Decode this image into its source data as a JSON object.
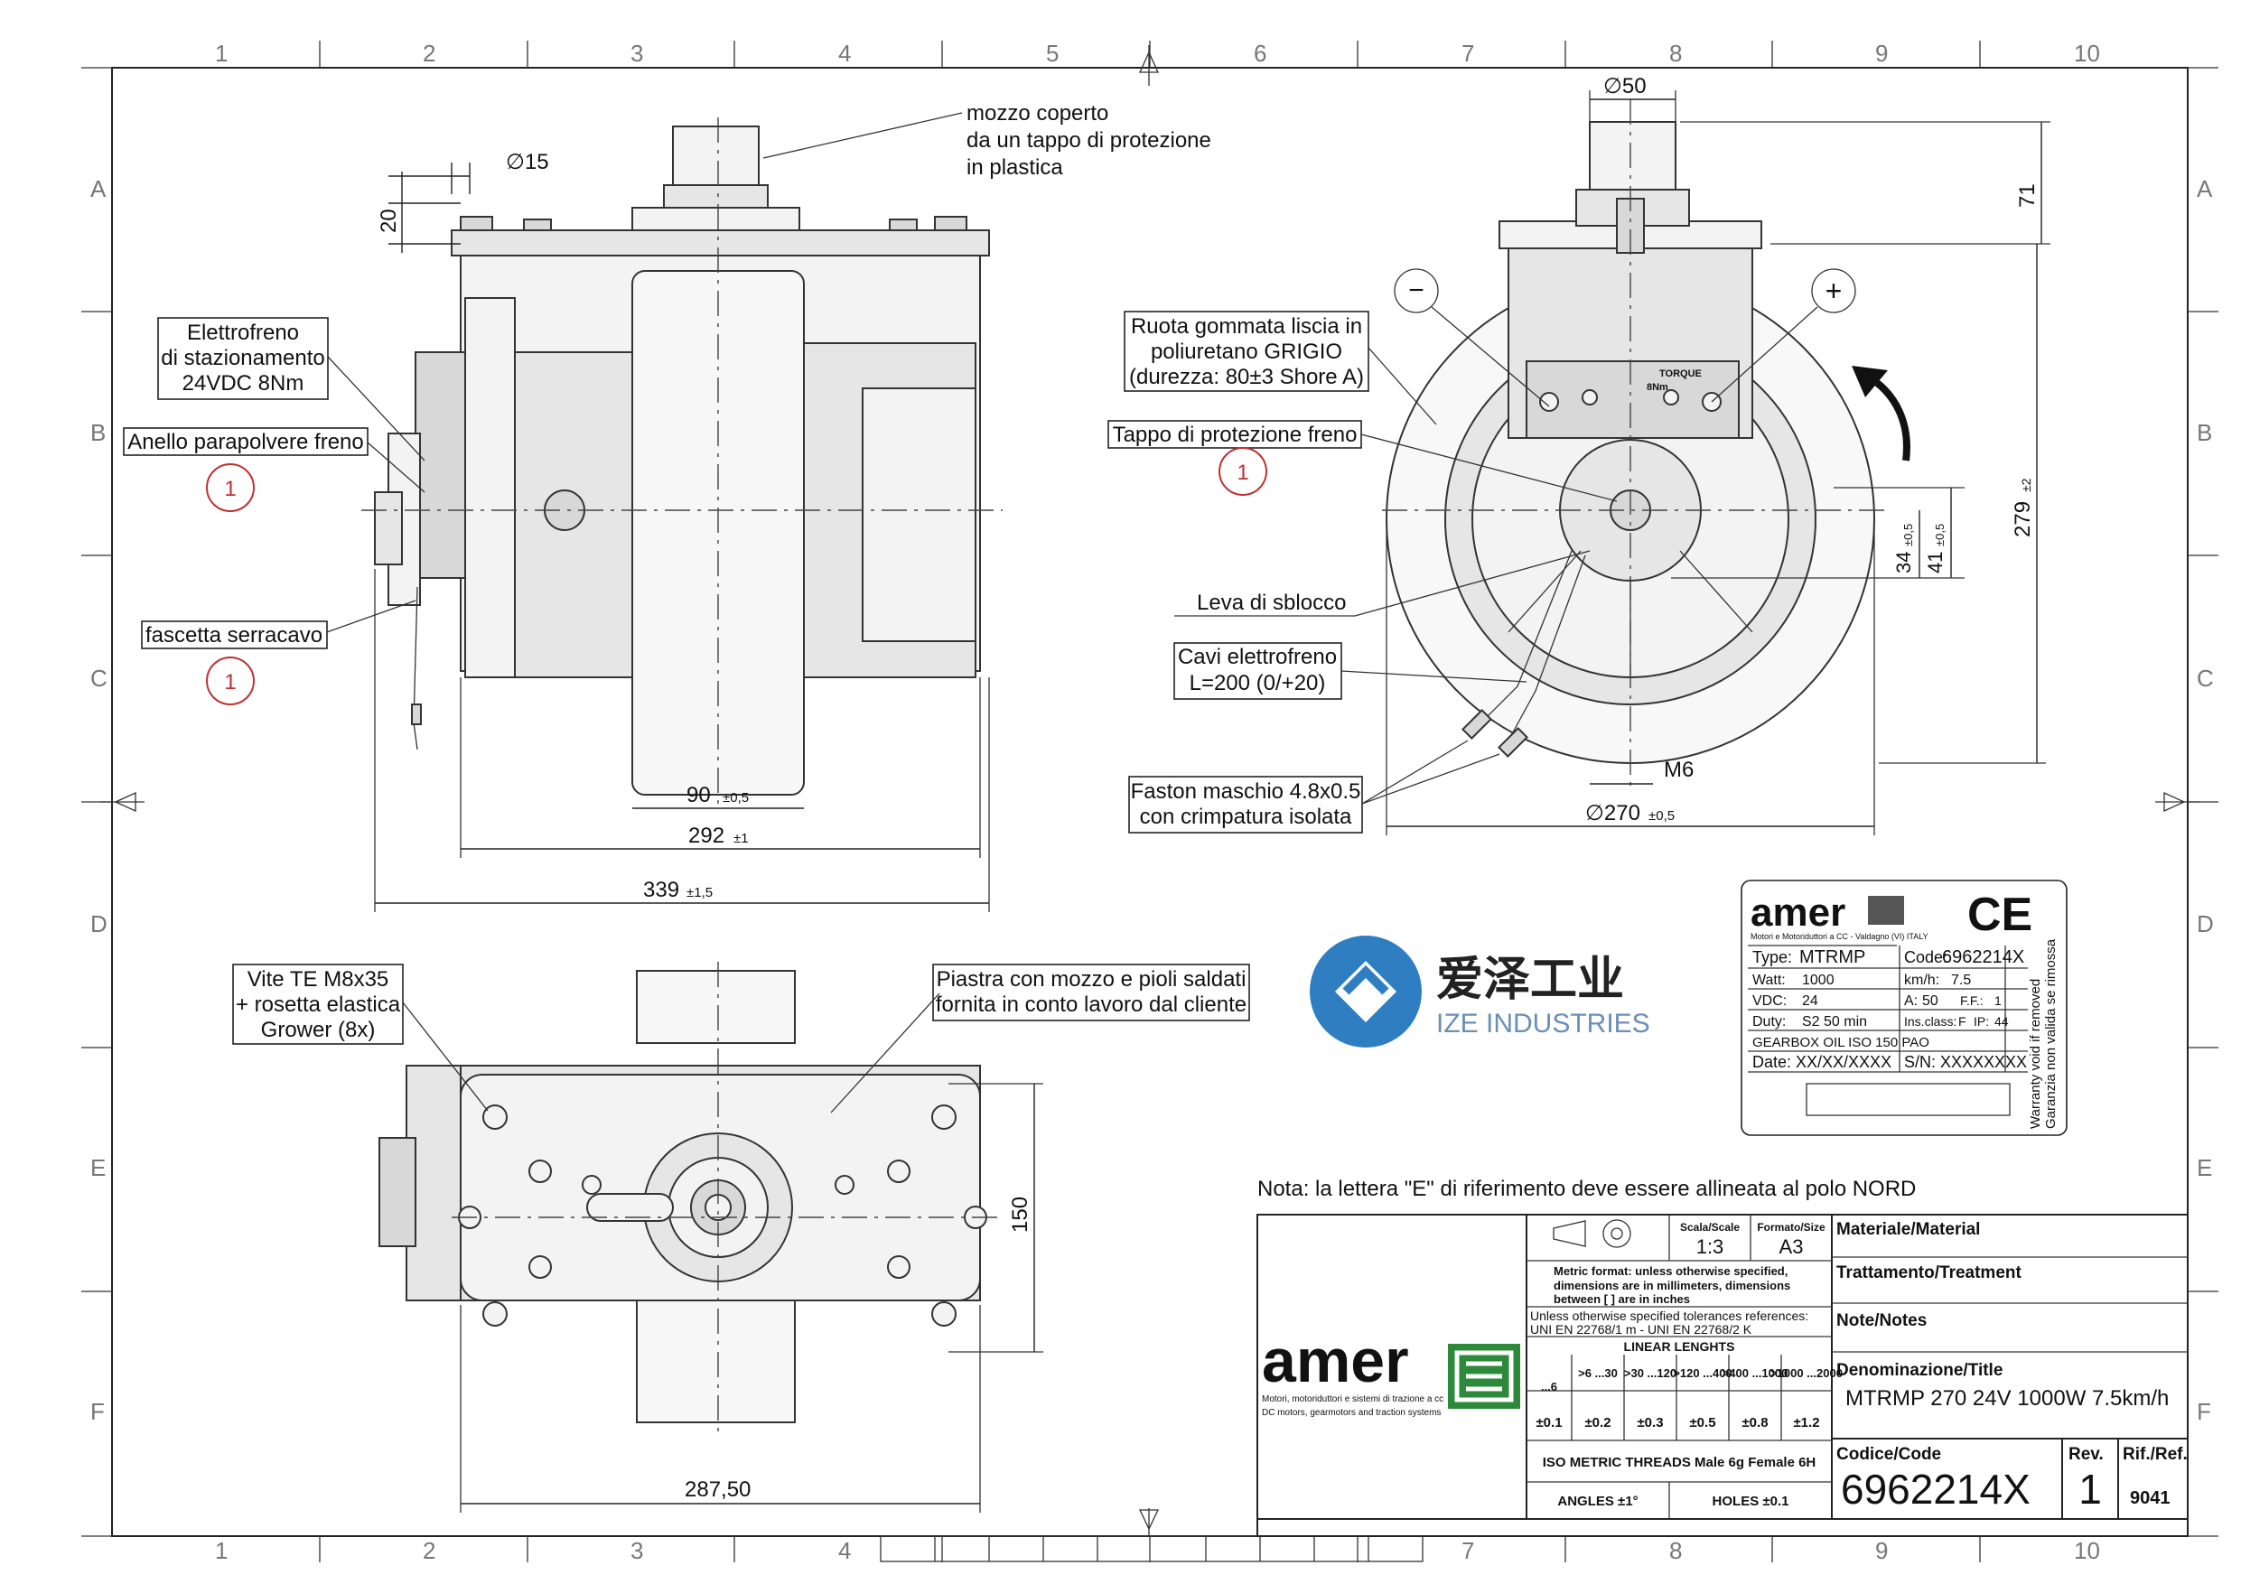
{
  "frame": {
    "columns": [
      "1",
      "2",
      "3",
      "4",
      "5",
      "6",
      "7",
      "8",
      "9",
      "10"
    ],
    "rows": [
      "A",
      "B",
      "C",
      "D",
      "E",
      "F"
    ]
  },
  "side_view": {
    "callout_hub": "mozzo coperto",
    "callout_hub_2": "da un tappo di protezione",
    "callout_hub_3": "in plastica",
    "dia_15": "∅15",
    "dim_20": "20",
    "brake_label_1": "Elettrofreno",
    "brake_label_2": "di stazionamento",
    "brake_label_3": "24VDC 8Nm",
    "ring_label": "Anello parapolvere freno",
    "tie_label": "fascetta serracavo",
    "badge_1": "1",
    "badge_2": "1",
    "dim_90": "90",
    "dim_90_tol": "±0,5",
    "dim_292": "292",
    "dim_292_tol": "±1",
    "dim_339": "339",
    "dim_339_tol": "±1,5"
  },
  "front_view": {
    "dia_50": "∅50",
    "dim_71": "71",
    "wheel_label_1": "Ruota gommata liscia in",
    "wheel_label_2": "poliuretano GRIGIO",
    "wheel_label_3": "(durezza: 80±3 Shore A)",
    "cap_label": "Tappo di protezione freno",
    "badge": "1",
    "lever_label": "Leva di sblocco",
    "cable_label_1": "Cavi elettrofreno",
    "cable_label_2": "L=200 (0/+20)",
    "faston_label_1": "Faston maschio 4.8x0.5",
    "faston_label_2": "con crimpatura isolata",
    "minus": "−",
    "plus": "+",
    "torque": "TORQUE",
    "torque_val": "8Nm",
    "dim_m6": "M6",
    "dim_270": "∅270",
    "dim_270_tol": "±0,5",
    "dim_34": "34",
    "dim_34_tol": "±0,5",
    "dim_41": "41",
    "dim_41_tol": "±0,5",
    "dim_279": "279",
    "dim_279_tol": "±2"
  },
  "bottom_view": {
    "screw_label_1": "Vite TE M8x35",
    "screw_label_2": "+ rosetta elastica",
    "screw_label_3": "Grower (8x)",
    "plate_label_1": "Piastra con mozzo e pioli saldati",
    "plate_label_2": "fornita in conto lavoro dal cliente",
    "dim_150": "150",
    "dim_287": "287,50"
  },
  "nameplate": {
    "brand": "amer",
    "subtitle": "Motori e Motoriduttori a CC - Valdagno (VI) ITALY",
    "ce": "CE",
    "rows": [
      {
        "k1": "Type:",
        "v1": "MTRMP",
        "k2": "Code:",
        "v2": "6962214X"
      },
      {
        "k1": "Watt:",
        "v1": "1000",
        "k2": "km/h:",
        "v2": "7.5"
      },
      {
        "k1": "VDC:",
        "v1": "24",
        "k2": "A:",
        "v2": "50",
        "k3": "F.F.:",
        "v3": "1"
      },
      {
        "k1": "Duty:",
        "v1": "S2 50 min",
        "k2": "Ins.class:",
        "v2": "F",
        "k3": "IP:",
        "v3": "44"
      }
    ],
    "gearbox": "GEARBOX OIL ISO 150 PAO",
    "date": "Date: XX/XX/XXXX",
    "sn": "S/N: XXXXXXXX",
    "warranty_1": "Warranty void if removed",
    "warranty_2": "Garanzia non valida se rimossa"
  },
  "watermark": {
    "cn": "爱泽工业",
    "en": "IZE INDUSTRIES"
  },
  "note": "Nota: la lettera \"E\" di riferimento deve essere allineata al polo NORD",
  "title_block": {
    "brand": "amer",
    "brand_sub_1": "Motori, motoriduttori e sistemi di trazione a cc",
    "brand_sub_2": "DC motors, gearmotors and traction systems",
    "scale_label": "Scala/Scale",
    "scale": "1:3",
    "format_label": "Formato/Size",
    "format": "A3",
    "metric_1": "Metric format: unless otherwise specified,",
    "metric_2": "dimensions are in millimeters, dimensions",
    "metric_3": "between [ ] are in inches",
    "tol_ref_1": "Unless otherwise specified tolerances references:",
    "tol_ref_2": "UNI EN 22768/1 m - UNI EN 22768/2 K",
    "linear": "LINEAR LENGHTS",
    "ranges": [
      "...6",
      ">6 ...30",
      ">30 ...120",
      ">120 ...400",
      ">400 ...1000",
      ">1000 ...2000"
    ],
    "tols": [
      "±0.1",
      "±0.2",
      "±0.3",
      "±0.5",
      "±0.8",
      "±1.2"
    ],
    "threads": "ISO METRIC THREADS Male 6g Female 6H",
    "angles": "ANGLES ±1°",
    "holes": "HOLES ±0.1",
    "material": "Materiale/Material",
    "treatment": "Trattamento/Treatment",
    "notes": "Note/Notes",
    "title_label": "Denominazione/Title",
    "title": "MTRMP 270 24V 1000W 7.5km/h",
    "code_label": "Codice/Code",
    "code": "6962214X",
    "rev_label": "Rev.",
    "rev": "1",
    "ref_label": "Rif./Ref.",
    "ref": "9041"
  }
}
